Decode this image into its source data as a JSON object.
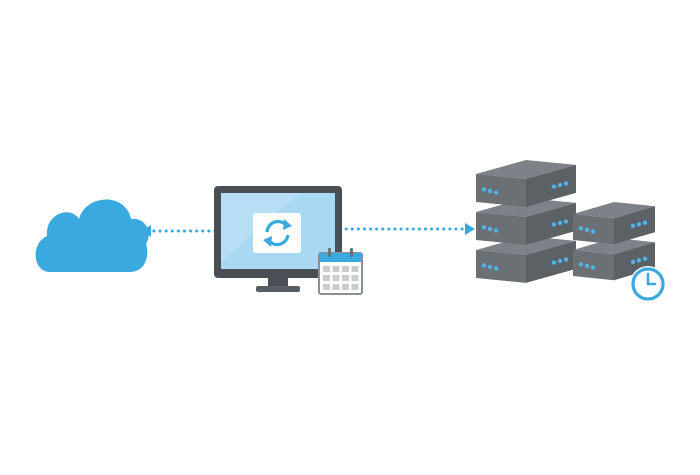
{
  "diagram": {
    "nodes": [
      {
        "id": "cloud",
        "icon": "cloud-icon"
      },
      {
        "id": "computer",
        "icon": "monitor-icon",
        "badge_icon": "calendar-icon",
        "screen_icon": "sync-refresh-icon"
      },
      {
        "id": "servers",
        "icon": "server-stack-icon",
        "badge_icon": "clock-icon"
      }
    ],
    "connections": [
      {
        "from": "computer",
        "to": "cloud",
        "style": "dotted",
        "arrow": "end"
      },
      {
        "from": "computer",
        "to": "servers",
        "style": "dotted",
        "arrow": "end"
      }
    ]
  },
  "colors": {
    "accent": "#3aa9e0",
    "cloud": "#3aa9e0",
    "monitor_frame": "#4a4f55",
    "monitor_screen": "#a9d8f2",
    "server_dark": "#5c6166",
    "server_mid": "#6b7075",
    "server_light": "#7d8288",
    "server_led": "#4fb3ea",
    "calendar_frame": "#8a8f95"
  }
}
